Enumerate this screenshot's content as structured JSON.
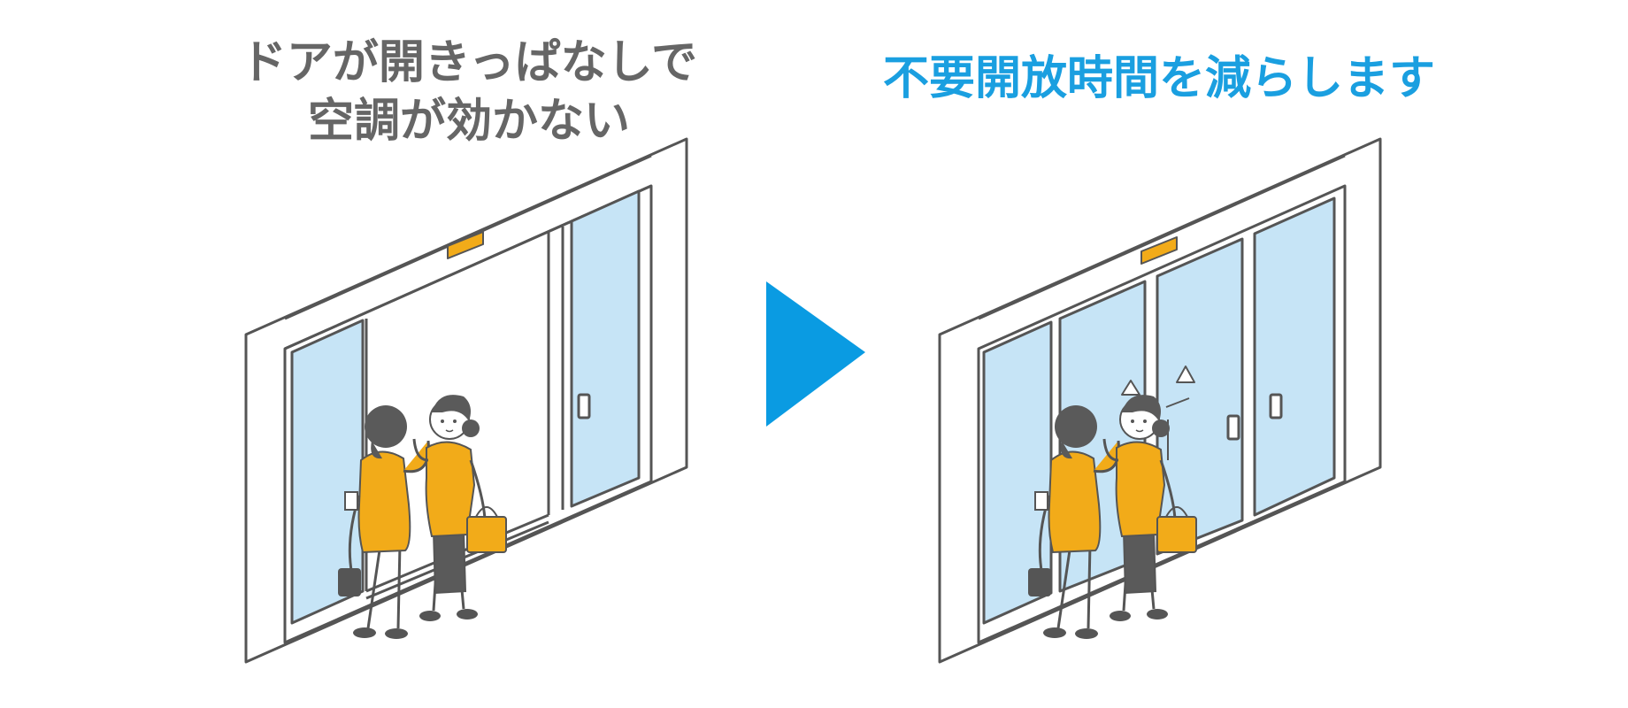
{
  "before": {
    "caption_lines": [
      "ドアが開きっぱなしで",
      "空調が効かない"
    ]
  },
  "after": {
    "caption": "不要開放時間を減らします"
  },
  "colors": {
    "before_caption": "#666666",
    "after_caption": "#1a9fe0",
    "arrow": "#0a9be2",
    "glass": "#c6e4f6",
    "outline": "#555555",
    "accent": "#f2ab19",
    "hair": "#5a5a5a",
    "skin": "#ffffff"
  },
  "icons": {
    "arrow": "play-triangle-icon",
    "sensor": "door-sensor-icon",
    "open_motion": "door-open-arrows-icon"
  }
}
